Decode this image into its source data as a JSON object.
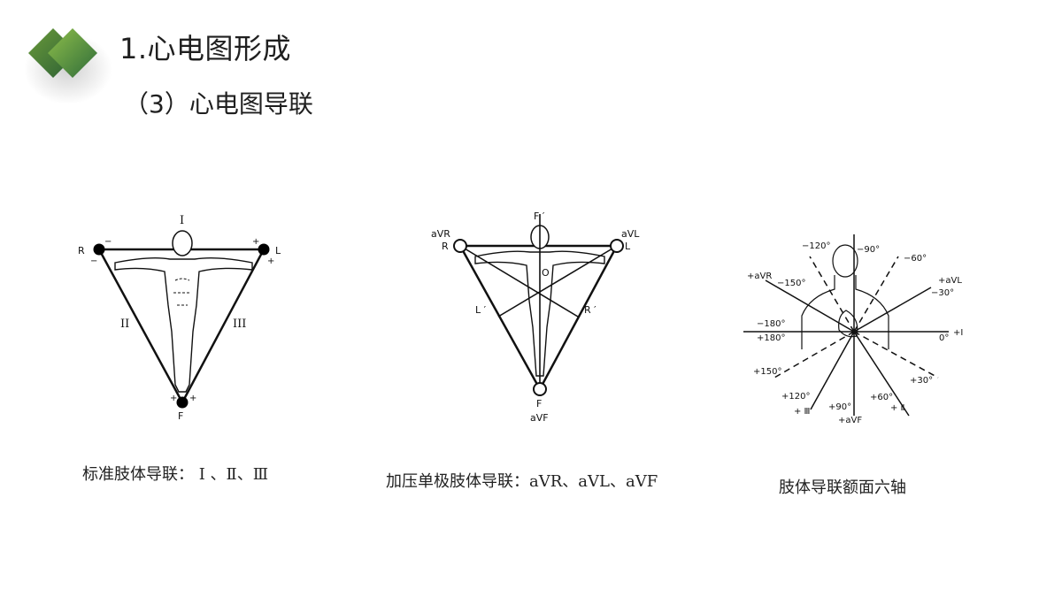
{
  "header": {
    "title": "1.心电图形成",
    "subtitle": "（3）心电图导联",
    "accent_dark": "#2e6b3a",
    "accent_light": "#8ab04a"
  },
  "figures": [
    {
      "caption": "标准肢体导联： Ⅰ 、Ⅱ、Ⅲ",
      "labels": {
        "top": "I",
        "left": "II",
        "right": "III",
        "R": "R",
        "L": "L",
        "F": "F",
        "plus": "+",
        "minus": "−"
      }
    },
    {
      "caption": "加压单极肢体导联：aVR、aVL、aVF",
      "labels": {
        "aVR": "aVR",
        "R": "R",
        "aVL": "aVL",
        "L": "L",
        "F_prime": "F ′",
        "O": "O",
        "L_prime": "L ′",
        "R_prime": "R ′",
        "F": "F",
        "aVF": "aVF"
      }
    },
    {
      "caption": "肢体导联额面六轴",
      "labels": {
        "m120": "−120°",
        "m90": "−90°",
        "m60": "−60°",
        "paVR": "+aVR",
        "m150": "−150°",
        "paVL": "+aVL",
        "m30": "−30°",
        "m180": "−180°",
        "p180": "+180°",
        "zero": "0°",
        "pI": "+I",
        "p150": "+150°",
        "p30": "+30°",
        "p120": "+120°",
        "pIII": "+ Ⅲ",
        "p90": "+90°",
        "p60": "+60°",
        "pII": "+ Ⅱ",
        "paVF": "+aVF"
      }
    }
  ]
}
